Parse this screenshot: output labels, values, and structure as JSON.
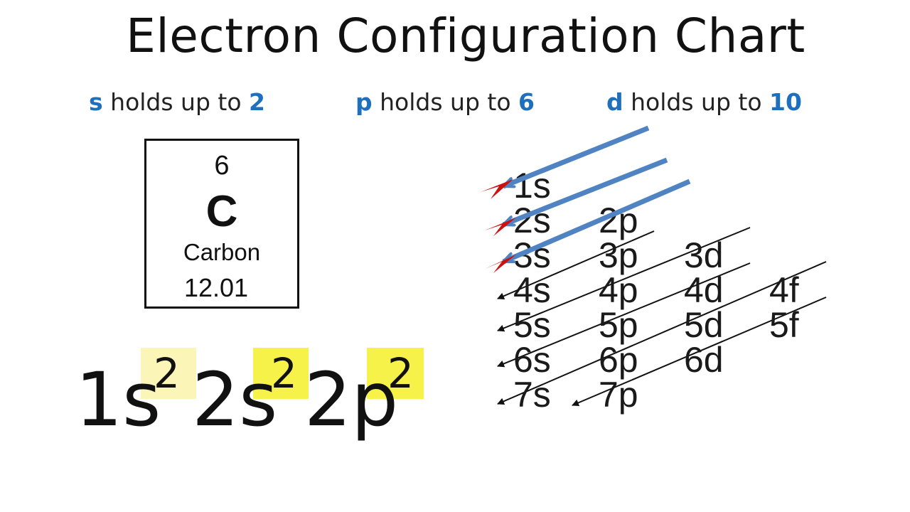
{
  "title": "Electron Configuration Chart",
  "rules": [
    {
      "letter": "s",
      "text": "holds up to",
      "max": "2"
    },
    {
      "letter": "p",
      "text": "holds up to",
      "max": "6"
    },
    {
      "letter": "d",
      "text": "holds up to",
      "max": "10"
    }
  ],
  "element": {
    "number": "6",
    "symbol": "C",
    "name": "Carbon",
    "mass": "12.01"
  },
  "configuration": [
    {
      "base": "1s",
      "exp": "2"
    },
    {
      "base": "2s",
      "exp": "2"
    },
    {
      "base": "2p",
      "exp": "2"
    }
  ],
  "orbitals": [
    [
      "1s"
    ],
    [
      "2s",
      "2p"
    ],
    [
      "3s",
      "3p",
      "3d"
    ],
    [
      "4s",
      "4p",
      "4d",
      "4f"
    ],
    [
      "5s",
      "5p",
      "5d",
      "5f"
    ],
    [
      "6s",
      "6p",
      "6d"
    ],
    [
      "7s",
      "7p"
    ]
  ],
  "colors": {
    "keyword": "#1f6fbf",
    "highlight_light": "#fbf6b8",
    "highlight_bright": "#f7f24a",
    "arrow_blue": "#4f83c2",
    "arrow_red": "#cc1111",
    "diagonal": "#111111"
  }
}
